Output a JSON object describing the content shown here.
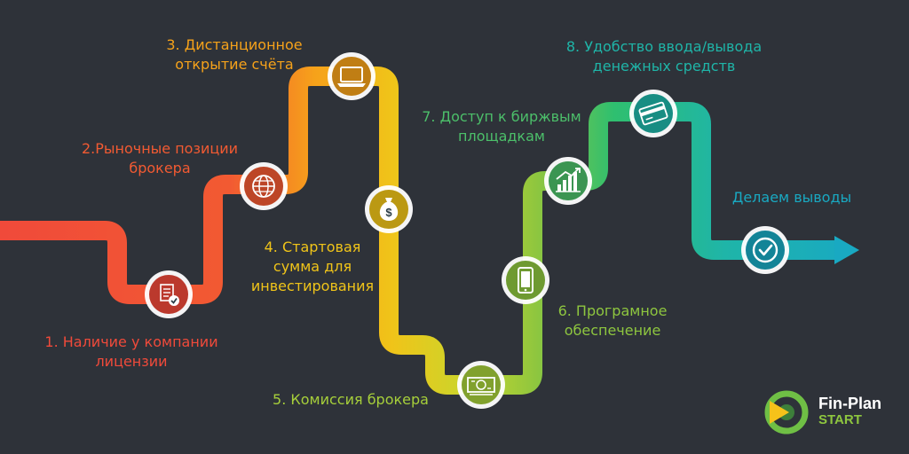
{
  "steps": [
    {
      "line1": "1. Наличие у компании",
      "line2": "лицензии",
      "color": "#f04a3a",
      "icon": "document-check-icon"
    },
    {
      "line1": "2.Рыночные позиции",
      "line2": "брокера",
      "color": "#f25a32",
      "icon": "globe-icon"
    },
    {
      "line1": "3. Дистанционное",
      "line2": "открытие счёта",
      "color": "#f6a21a",
      "icon": "laptop-icon"
    },
    {
      "line1": "4. Стартовая",
      "line2": "сумма для",
      "line3": "инвестирования",
      "color": "#f0c419",
      "icon": "money-bag-icon"
    },
    {
      "line1": "5. Комиссия брокера",
      "color": "#a6cf3a",
      "icon": "banknote-icon"
    },
    {
      "line1": "6. Програмное",
      "line2": "обеспечение",
      "color": "#8ec63f",
      "icon": "smartphone-icon"
    },
    {
      "line1": "7. Доступ к биржвым",
      "line2": "площадкам",
      "color": "#4cbf6a",
      "icon": "growth-chart-icon"
    },
    {
      "line1": "8. Удобство ввода/вывода",
      "line2": "денежных средств",
      "color": "#1fb5a8",
      "icon": "credit-card-icon"
    },
    {
      "line1": "Делаем выводы",
      "color": "#19a9c2",
      "icon": "checkmark-icon"
    }
  ],
  "logo": {
    "name": "Fin-Plan",
    "tagline": "START",
    "name_color": "#ffffff",
    "tagline_color": "#8ec63f"
  },
  "colors": {
    "background": "#2e3239",
    "node_fill": "#2b3d47",
    "node_ring": "#ffffff"
  }
}
